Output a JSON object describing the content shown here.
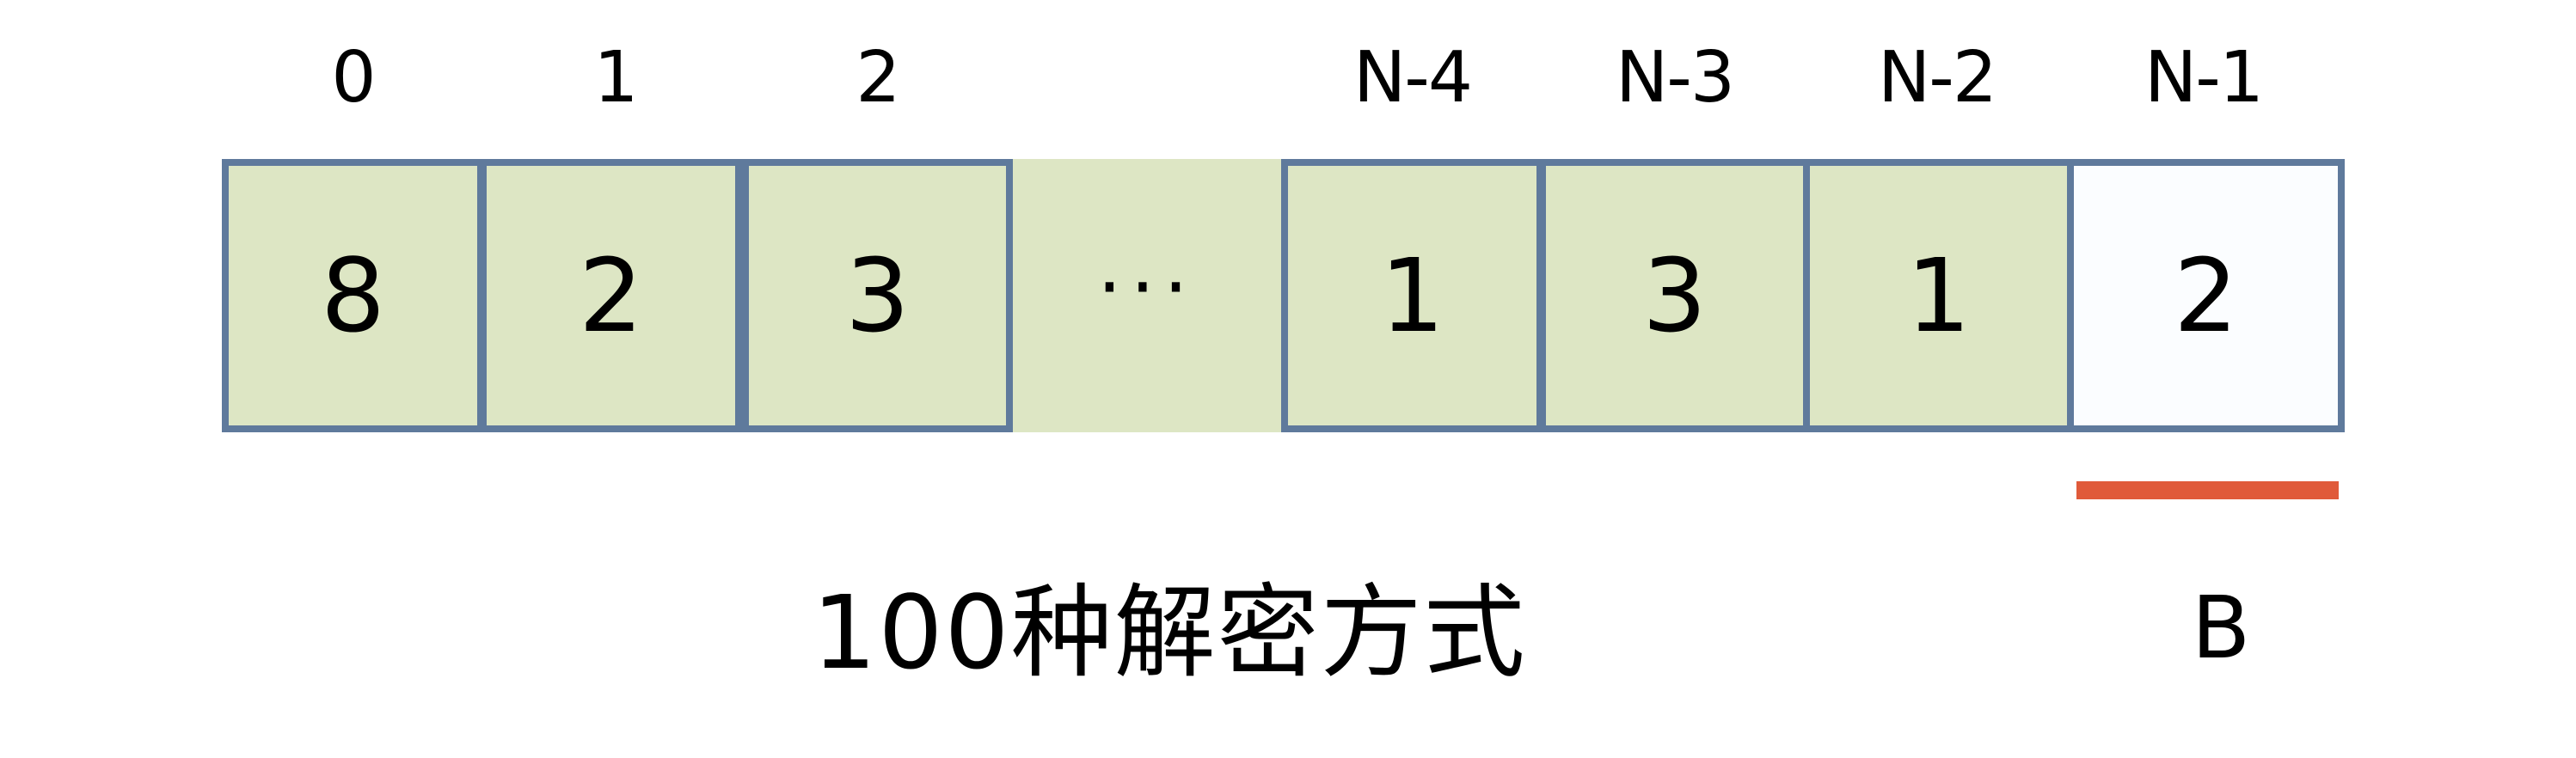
{
  "diagram": {
    "type": "array",
    "indices": [
      "0",
      "1",
      "2",
      "",
      "N-4",
      "N-3",
      "N-2",
      "N-1"
    ],
    "cells": [
      {
        "value": "8",
        "style": "green"
      },
      {
        "value": "2",
        "style": "green"
      },
      {
        "value": "3",
        "style": "green"
      },
      {
        "value": "···",
        "style": "gap"
      },
      {
        "value": "1",
        "style": "green"
      },
      {
        "value": "3",
        "style": "green"
      },
      {
        "value": "1",
        "style": "green"
      },
      {
        "value": "2",
        "style": "white"
      }
    ],
    "highlight": {
      "label": "B",
      "under_index": "N-1",
      "color": "#e05a3a"
    },
    "caption": "100种解密方式",
    "colors": {
      "cell_fill": "#dde6c4",
      "last_cell_fill": "#fbfdff",
      "border": "#5f7a9c",
      "highlight_bar": "#e05a3a"
    }
  }
}
